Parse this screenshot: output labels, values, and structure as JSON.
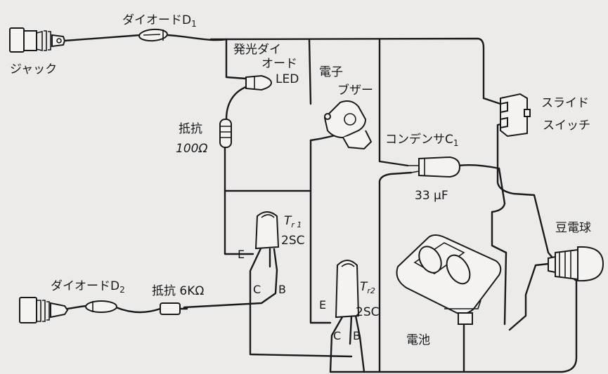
{
  "labels": {
    "diode1": "ダイオードD",
    "diode1_sub": "1",
    "jack1": "ジャック",
    "led_1": "発光ダイ",
    "led_2": "オード",
    "led_3": "LED",
    "buzzer_1": "電子",
    "buzzer_2": "ブザー",
    "resistor1_1": "抵抗",
    "resistor1_2": "100Ω",
    "switch_1": "スライド",
    "switch_2": "スイッチ",
    "capacitor_1": "コンデンサC",
    "capacitor_sub": "1",
    "capacitor_2": "33 μF",
    "bulb": "豆電球",
    "tr1_name": "T",
    "tr1_sub": "r 1",
    "tr1_type": "2SC",
    "tr1_e": "E",
    "tr1_c": "C",
    "tr1_b": "B",
    "tr2_name": "T",
    "tr2_sub": "r2",
    "tr2_type": "2SC",
    "tr2_e": "E",
    "tr2_c": "C",
    "tr2_b": "B",
    "diode2": "ダイオードD",
    "diode2_sub": "2",
    "resistor2": "抵抗 6KΩ",
    "battery": "電池"
  }
}
